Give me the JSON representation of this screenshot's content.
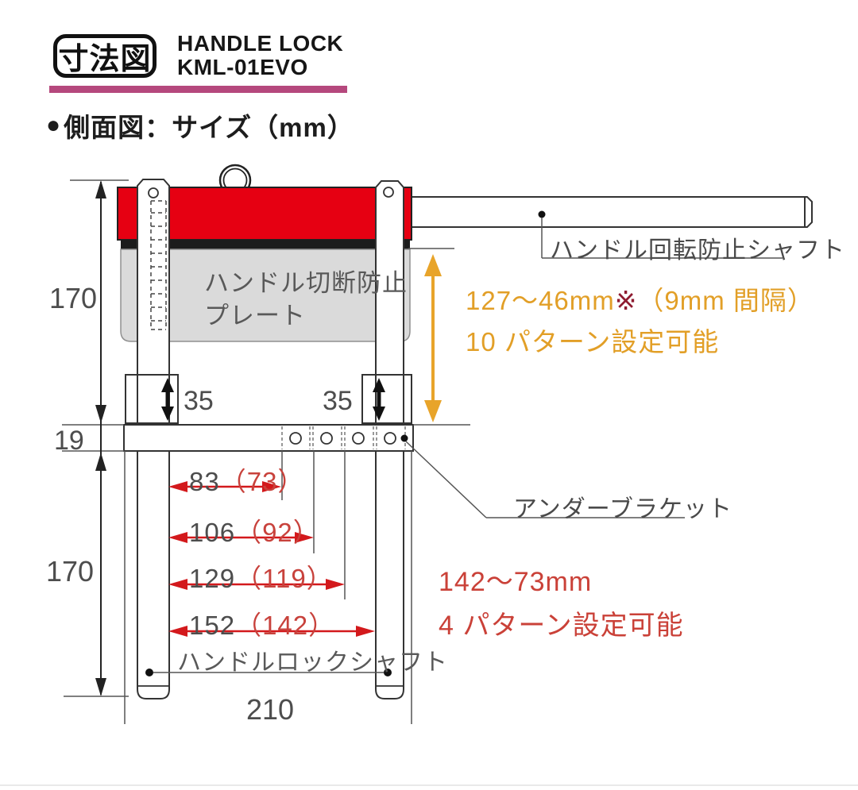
{
  "header": {
    "badge": "寸法図",
    "product_line1": "HANDLE LOCK",
    "product_line2": "KML-01EVO",
    "bullet": "●",
    "section_title": "側面図：サイズ（mm）"
  },
  "diagram": {
    "labels": {
      "plate_line1": "ハンドル切断防止",
      "plate_line2": "プレート",
      "rotation_shaft": "ハンドル回転防止シャフト",
      "under_bracket": "アンダーブラケット",
      "lock_shaft": "ハンドルロックシャフト"
    },
    "annotations": {
      "orange_range": "127～46mm",
      "orange_mark": "※",
      "orange_interval": "（9mm 間隔）",
      "orange_patterns": "10 パターン設定可能",
      "red_range": "142～73mm",
      "red_patterns": "4 パターン設定可能"
    },
    "dimensions": {
      "upper_height": "170",
      "bracket_thickness": "19",
      "lower_height": "170",
      "left_block": "35",
      "right_block": "35",
      "base_width": "210",
      "spans": [
        {
          "main": "83",
          "paren": "（73）"
        },
        {
          "main": "106",
          "paren": "（92）"
        },
        {
          "main": "129",
          "paren": "（119）"
        },
        {
          "main": "152",
          "paren": "（142）"
        }
      ]
    },
    "colors": {
      "body_red": "#e60012",
      "plate_gray": "#dadada",
      "accent_magenta": "#b5487d",
      "dim_arrow_red": "#d3191c",
      "paren_red": "#c8423c",
      "note_dark_red": "#8e1b30",
      "orange": "#e29f27",
      "red_text": "#ca4138",
      "gray_text": "#4d4d4d"
    }
  }
}
